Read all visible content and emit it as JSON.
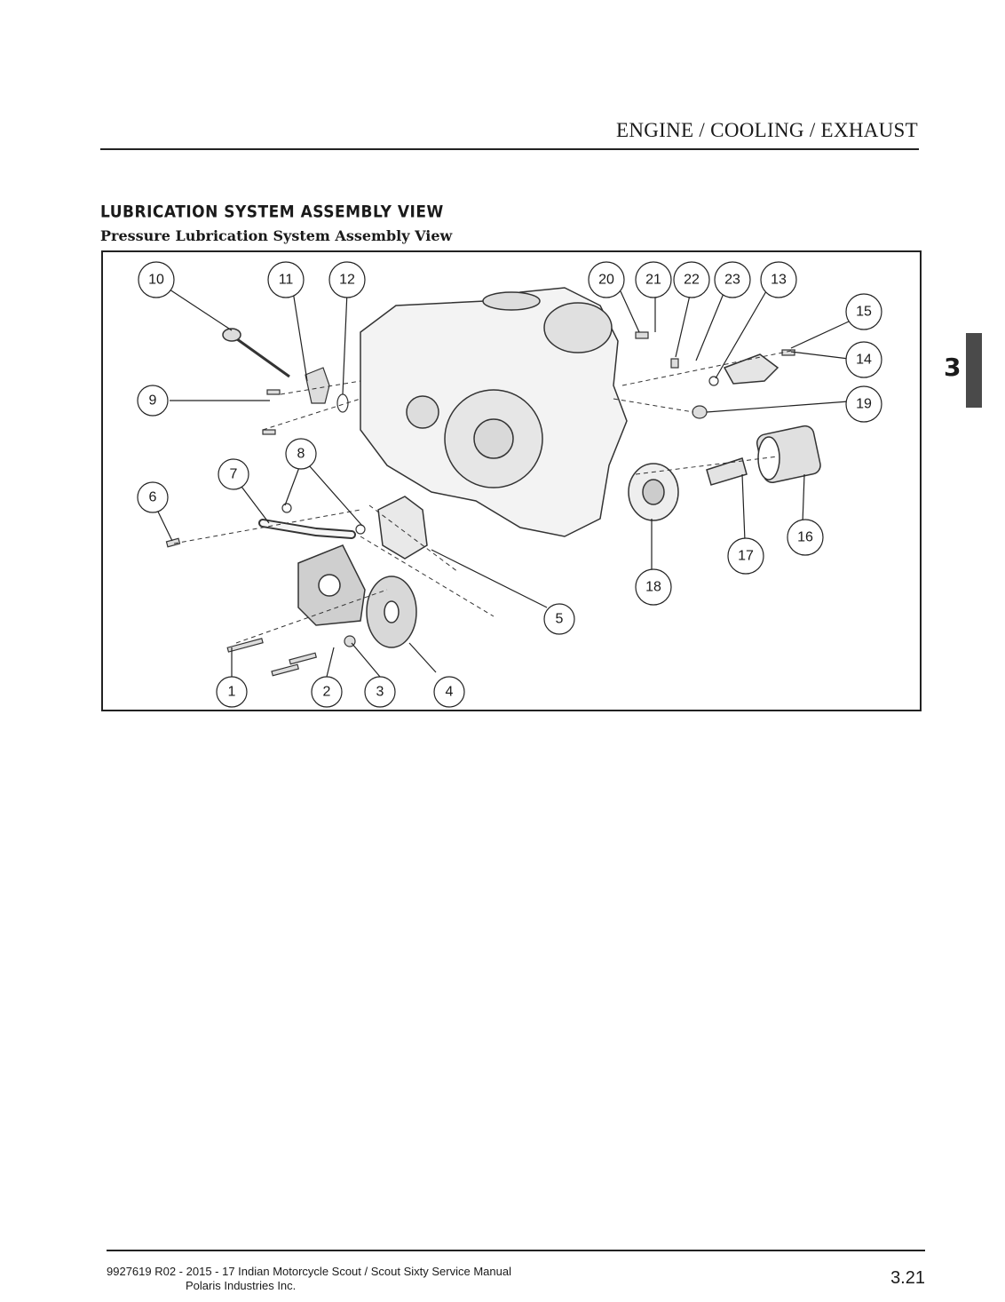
{
  "header": {
    "section": "ENGINE / COOLING / EXHAUST",
    "chapter_tab": "3"
  },
  "content": {
    "title": "LUBRICATION SYSTEM ASSEMBLY VIEW",
    "subtitle": "Pressure Lubrication System Assembly View"
  },
  "figure": {
    "callouts": [
      "1",
      "2",
      "3",
      "4",
      "5",
      "6",
      "7",
      "8",
      "9",
      "10",
      "11",
      "12",
      "13",
      "14",
      "15",
      "16",
      "17",
      "18",
      "19",
      "20",
      "21",
      "22",
      "23"
    ]
  },
  "footer": {
    "manual": "9927619 R02 - 2015 - 17 Indian Motorcycle Scout / Scout Sixty Service Manual",
    "publisher": "Polaris Industries Inc.",
    "page": "3.21"
  }
}
